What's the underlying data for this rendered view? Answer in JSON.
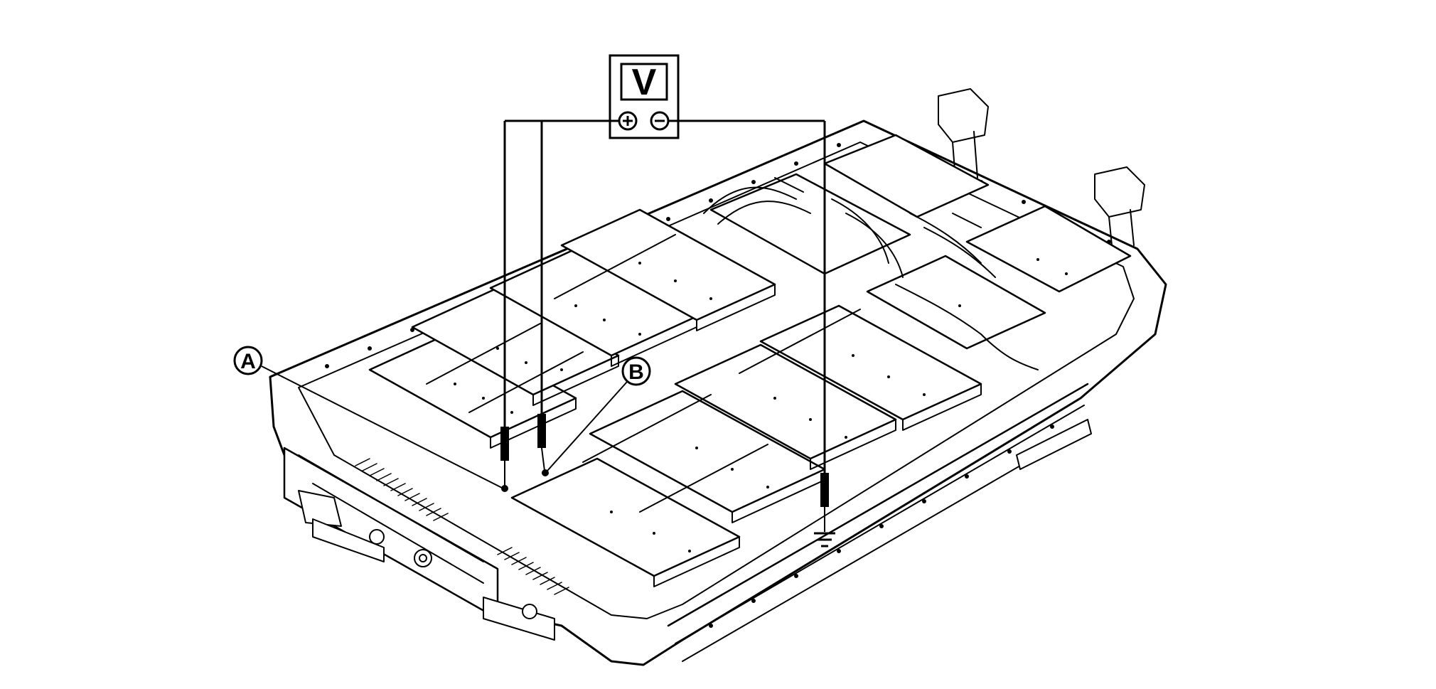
{
  "voltmeter": {
    "label": "V",
    "positive_symbol": "+",
    "negative_symbol": "−"
  },
  "callouts": {
    "a": "A",
    "b": "B"
  },
  "icons": {
    "ground": "ground-symbol-icon",
    "voltmeter": "voltmeter-icon",
    "battery": "battery-pack-icon"
  },
  "colors": {
    "ink": "#000000",
    "background": "#ffffff"
  }
}
